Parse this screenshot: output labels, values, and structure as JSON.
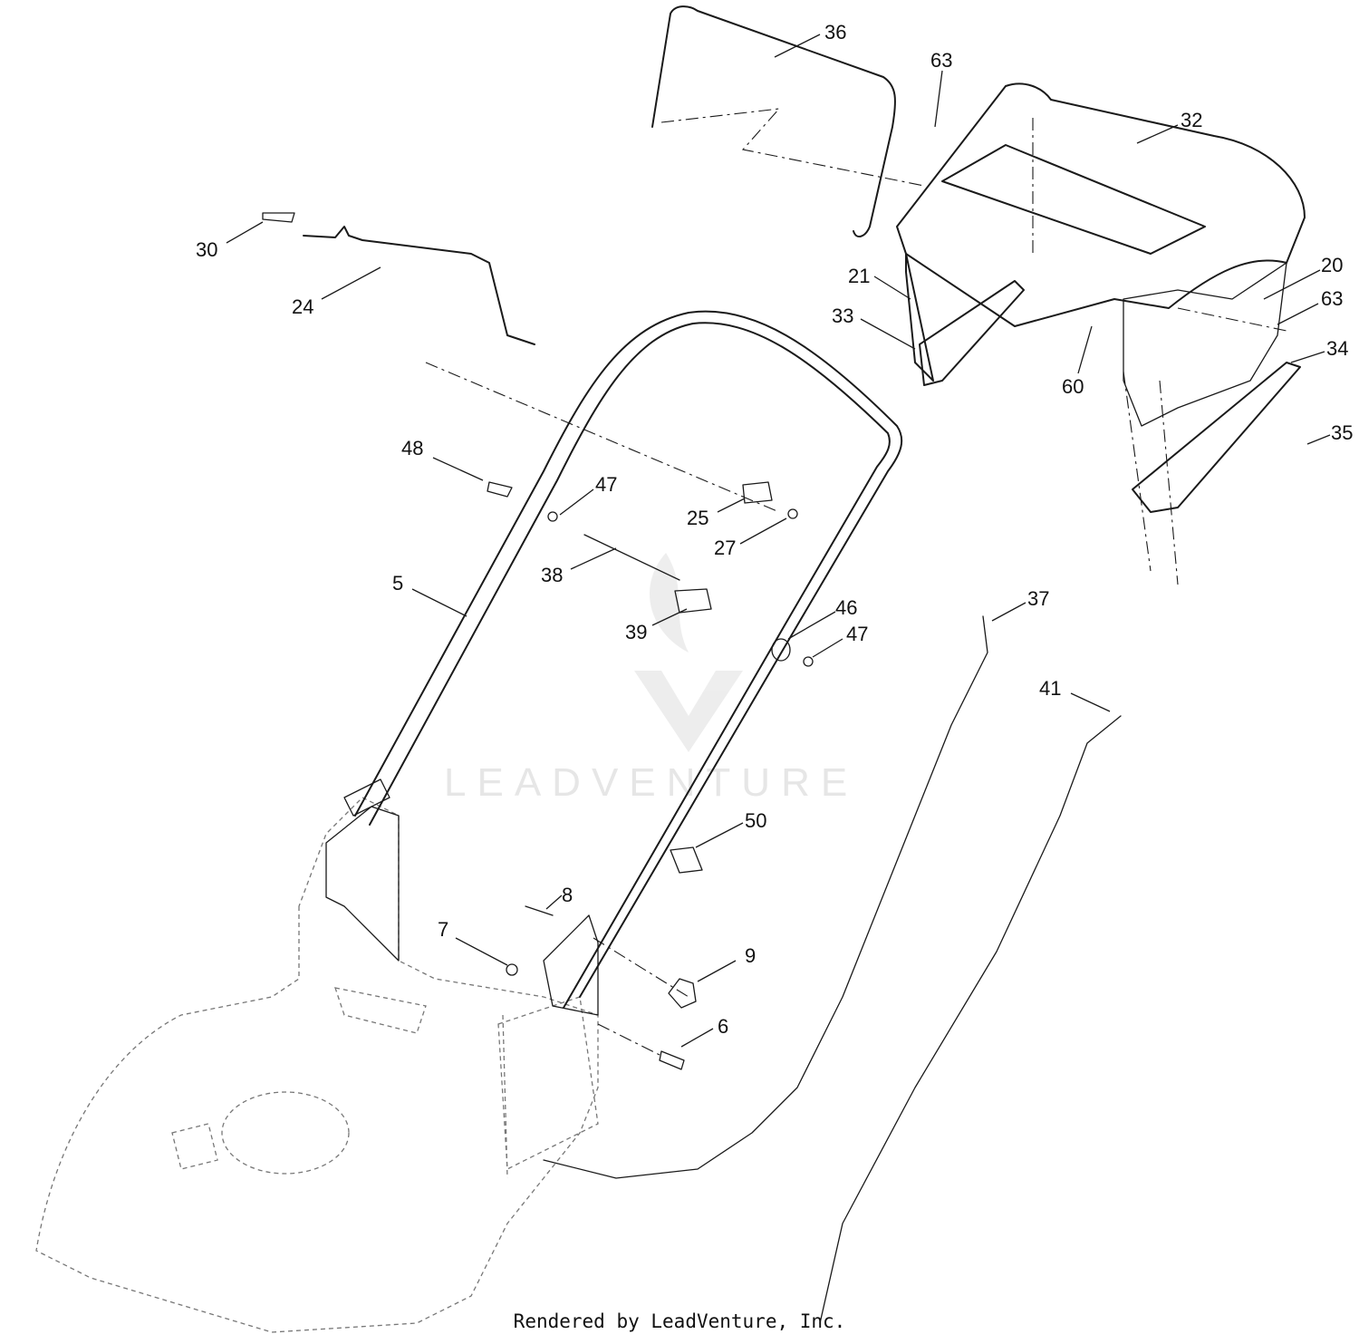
{
  "watermark": "LEADVENTURE",
  "credit": "Rendered by LeadVenture, Inc.",
  "callouts": [
    {
      "id": "36",
      "label": "36"
    },
    {
      "id": "63a",
      "label": "63"
    },
    {
      "id": "32",
      "label": "32"
    },
    {
      "id": "30",
      "label": "30"
    },
    {
      "id": "24",
      "label": "24"
    },
    {
      "id": "21",
      "label": "21"
    },
    {
      "id": "33",
      "label": "33"
    },
    {
      "id": "60",
      "label": "60"
    },
    {
      "id": "20",
      "label": "20"
    },
    {
      "id": "63b",
      "label": "63"
    },
    {
      "id": "34",
      "label": "34"
    },
    {
      "id": "35",
      "label": "35"
    },
    {
      "id": "48",
      "label": "48"
    },
    {
      "id": "47a",
      "label": "47"
    },
    {
      "id": "25",
      "label": "25"
    },
    {
      "id": "27",
      "label": "27"
    },
    {
      "id": "38",
      "label": "38"
    },
    {
      "id": "5",
      "label": "5"
    },
    {
      "id": "39",
      "label": "39"
    },
    {
      "id": "46",
      "label": "46"
    },
    {
      "id": "47b",
      "label": "47"
    },
    {
      "id": "37",
      "label": "37"
    },
    {
      "id": "41",
      "label": "41"
    },
    {
      "id": "50",
      "label": "50"
    },
    {
      "id": "8",
      "label": "8"
    },
    {
      "id": "7",
      "label": "7"
    },
    {
      "id": "9",
      "label": "9"
    },
    {
      "id": "6",
      "label": "6"
    }
  ]
}
